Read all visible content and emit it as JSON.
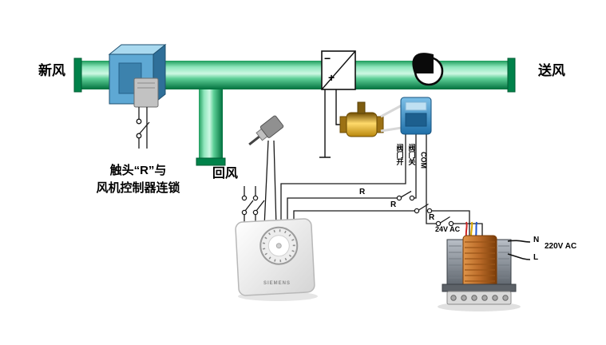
{
  "diagram": {
    "labels": {
      "fresh_air": "新风",
      "supply_air": "送风",
      "return_air": "回风",
      "interlock_note_line1": "触头“R”与",
      "interlock_note_line2": "风机控制器连锁",
      "coil_minus": "−",
      "coil_plus": "+",
      "valve_open": "阀门开",
      "valve_close": "阀门关",
      "com_terminal": "COM",
      "relay_contact_1": "R",
      "relay_contact_2": "R",
      "relay_contact_3": "R",
      "transformer_secondary": "24V AC",
      "neutral_terminal": "N",
      "line_terminal": "L",
      "mains_voltage": "220V AC",
      "thermostat_brand": "SIEMENS"
    },
    "colors": {
      "duct_green": "#2aa968",
      "duct_green_dark": "#00703d",
      "damper_box_blue": "#5ea8d4",
      "valve_actuator_blue": "#2f7fb5",
      "valve_body_brass": "#c8921e",
      "transformer_coil_copper": "#b96a28",
      "wire_black": "#1a1a1a"
    }
  }
}
